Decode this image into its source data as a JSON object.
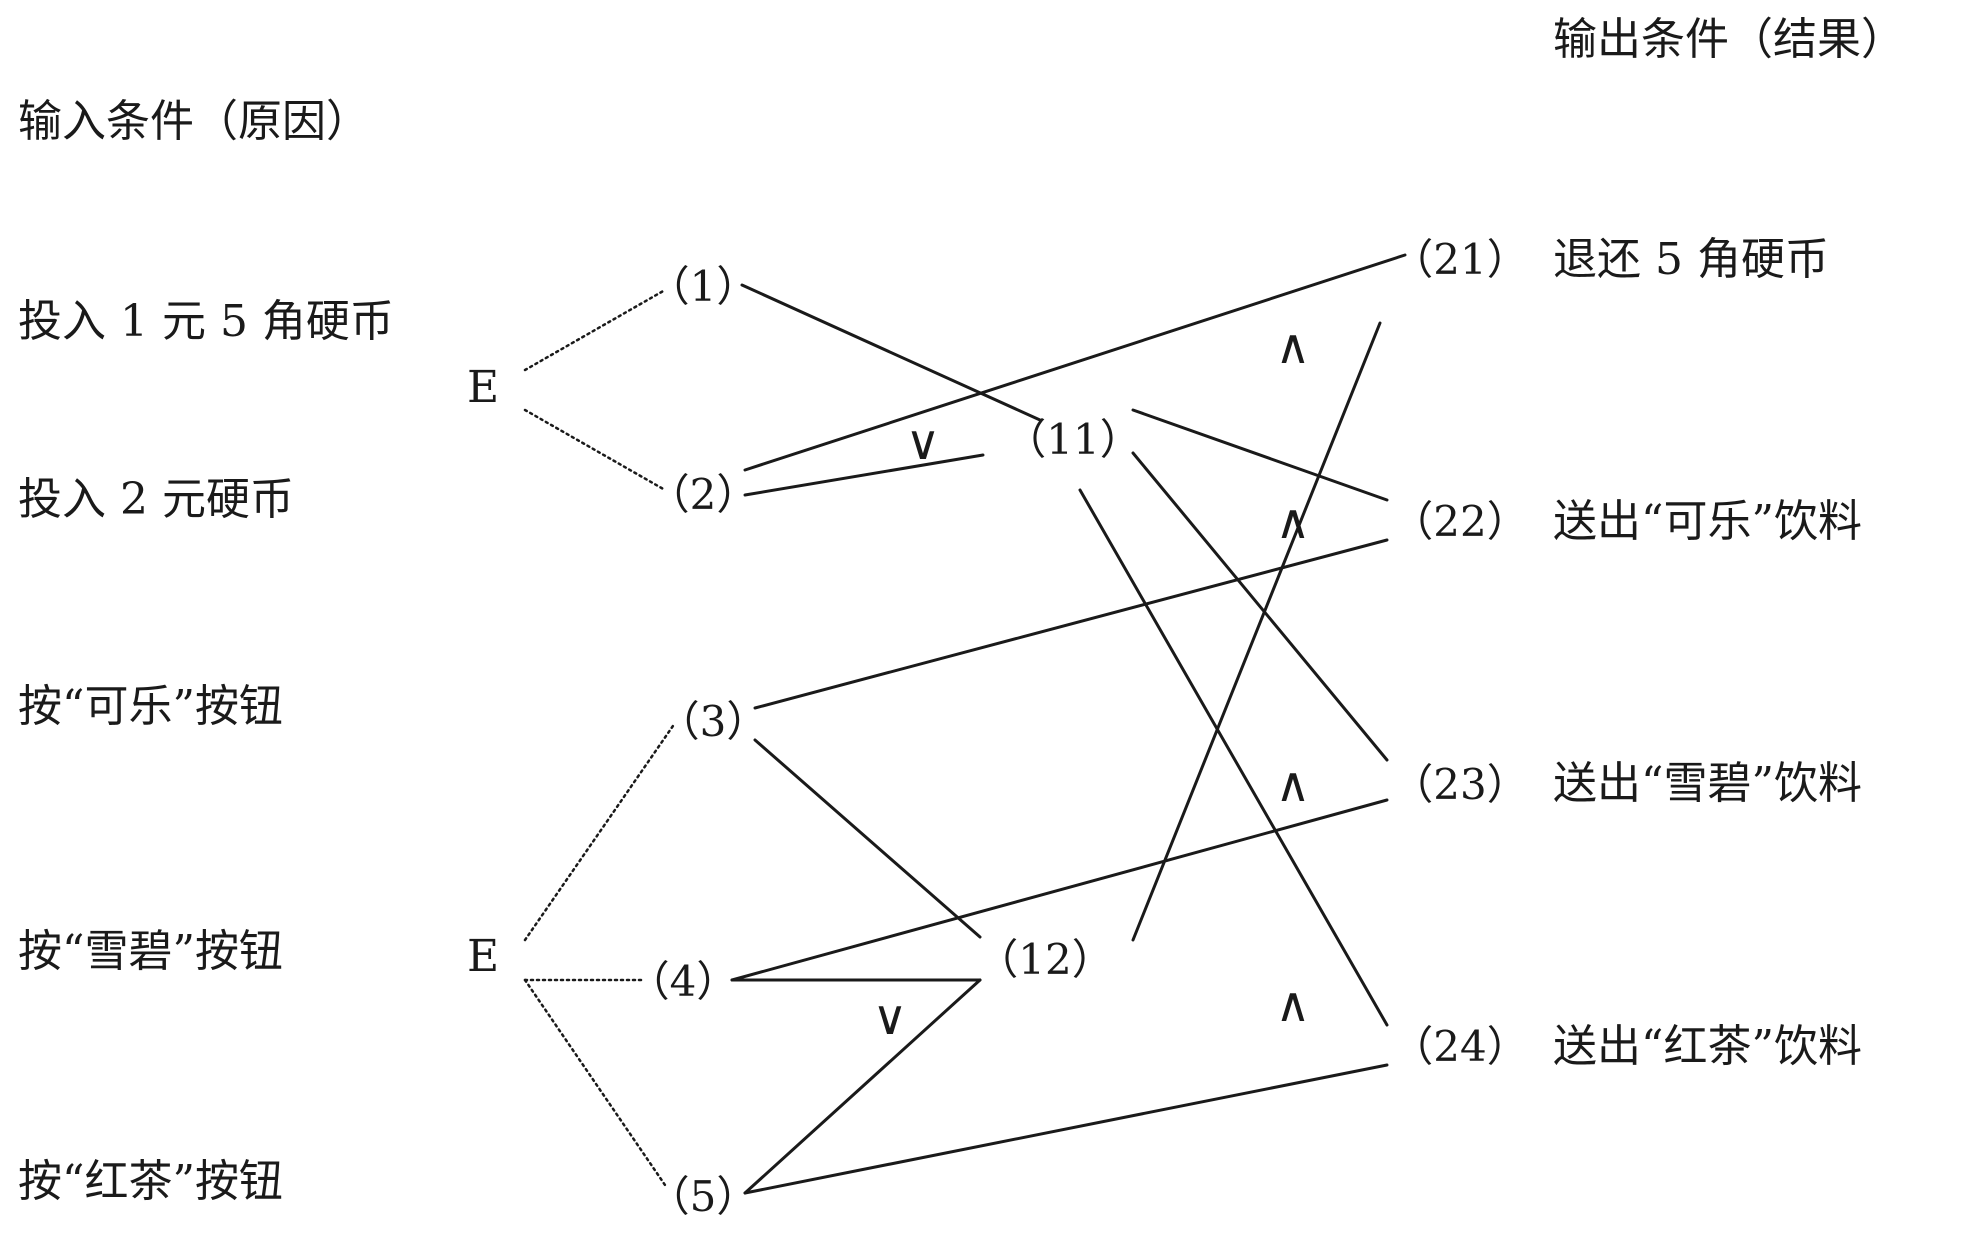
{
  "headers": {
    "input": "输入条件（原因）",
    "output": "输出条件（结果）"
  },
  "causes": [
    "投入 1 元 5 角硬币",
    "投入 2 元硬币",
    "按“可乐”按钮",
    "按“雪碧”按钮",
    "按“红茶”按钮"
  ],
  "effects": [
    "退还 5 角硬币",
    "送出“可乐”饮料",
    "送出“雪碧”饮料",
    "送出“红茶”饮料"
  ],
  "nodes": {
    "n1": "（1）",
    "n2": "（2）",
    "n3": "（3）",
    "n4": "（4）",
    "n5": "（5）",
    "n11": "（11）",
    "n12": "（12）",
    "n21": "（21）",
    "n22": "（22）",
    "n23": "（23）",
    "n24": "（24）"
  },
  "constraints": {
    "e1": "E",
    "e2": "E"
  },
  "operators": {
    "or_top": "∨",
    "or_bottom": "∨",
    "and_21": "∧",
    "and_22": "∧",
    "and_23": "∧",
    "and_24": "∧"
  }
}
